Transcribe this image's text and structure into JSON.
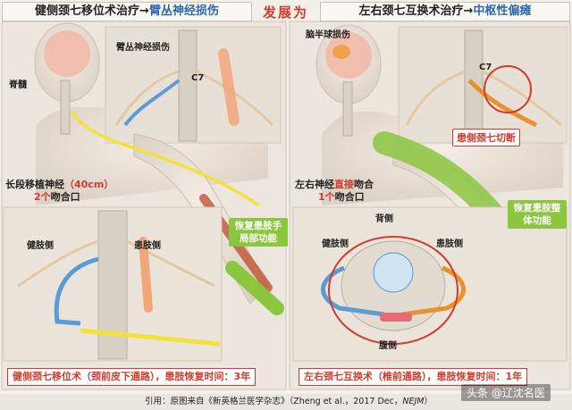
{
  "header": {
    "left_prefix": "健侧颈七移位术治疗→",
    "left_highlight": "臂丛神经损伤",
    "center": "发展为",
    "right_prefix": "左右颈七互换术治疗→",
    "right_highlight": "中枢性偏瘫"
  },
  "left_panel": {
    "label_spinal_cord": "脊髓",
    "label_plexus_injury": "臂丛神经损伤",
    "label_c7": "C7",
    "graft_prefix": "长段移植神经",
    "graft_length": "（40cm）",
    "graft_count": "2个",
    "graft_suffix": "吻合口",
    "recover_label": "恢复患肢手局部功能",
    "inset_healthy": "健肢侧",
    "inset_affected": "患肢侧",
    "footer_a": "健侧颈七移位术",
    "footer_b": "（颈前皮下通路）",
    "footer_c": "，患肢恢复时间：",
    "footer_d": "3年"
  },
  "right_panel": {
    "label_hemisphere": "脑半球损伤",
    "label_c7": "C7",
    "badge_cut": "患侧颈七切断",
    "nerve_prefix": "左右神经",
    "nerve_direct": "直接",
    "nerve_suffix": "吻合",
    "nerve_count": "1个",
    "nerve_count_suffix": "吻合口",
    "recover_label": "恢复患肢整体功能",
    "inset_back": "背侧",
    "inset_healthy": "健肢侧",
    "inset_affected": "患肢侧",
    "inset_belly": "腹侧",
    "footer_a": "左右颈七互换术",
    "footer_b": "（椎前通路）",
    "footer_c": "，患肢恢复时间：",
    "footer_d": "1年"
  },
  "citation": {
    "prefix": "引用：原图来自《新英格兰医学杂志》（Zheng et al.，2017 Dec，",
    "journal": "NEJM",
    "suffix": "）"
  },
  "watermark": "头条 @辽沈名医",
  "colors": {
    "accent_red": "#d23b2e",
    "accent_blue": "#2b67b3",
    "graft_yellow": "#f2e23a",
    "recover_green": "#8cc63f",
    "nerve_orange": "#e8922e"
  }
}
